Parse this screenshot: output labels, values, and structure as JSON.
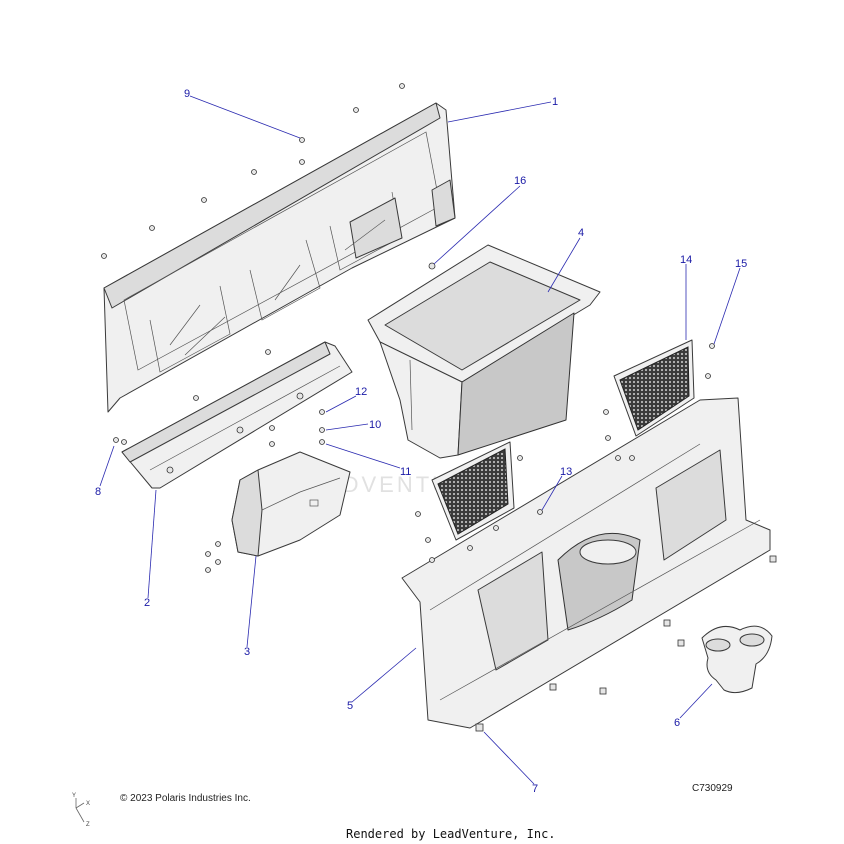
{
  "callouts": [
    {
      "label": "1"
    },
    {
      "label": "2"
    },
    {
      "label": "3"
    },
    {
      "label": "4"
    },
    {
      "label": "5"
    },
    {
      "label": "6"
    },
    {
      "label": "7"
    },
    {
      "label": "8"
    },
    {
      "label": "9"
    },
    {
      "label": "10"
    },
    {
      "label": "11"
    },
    {
      "label": "12"
    },
    {
      "label": "13"
    },
    {
      "label": "14"
    },
    {
      "label": "15"
    },
    {
      "label": "16"
    }
  ],
  "copyright": "© 2023 Polaris Industries Inc.",
  "drawing_number": "C730929",
  "rendered_by": "Rendered by LeadVenture, Inc.",
  "watermark": "LEADVENTURE",
  "axes": {
    "x": "X",
    "y": "Y",
    "z": "Z"
  },
  "colors": {
    "callout": "#1a1aa6",
    "line": "#3a3a3a",
    "part_fill": "#f0f0f0"
  }
}
